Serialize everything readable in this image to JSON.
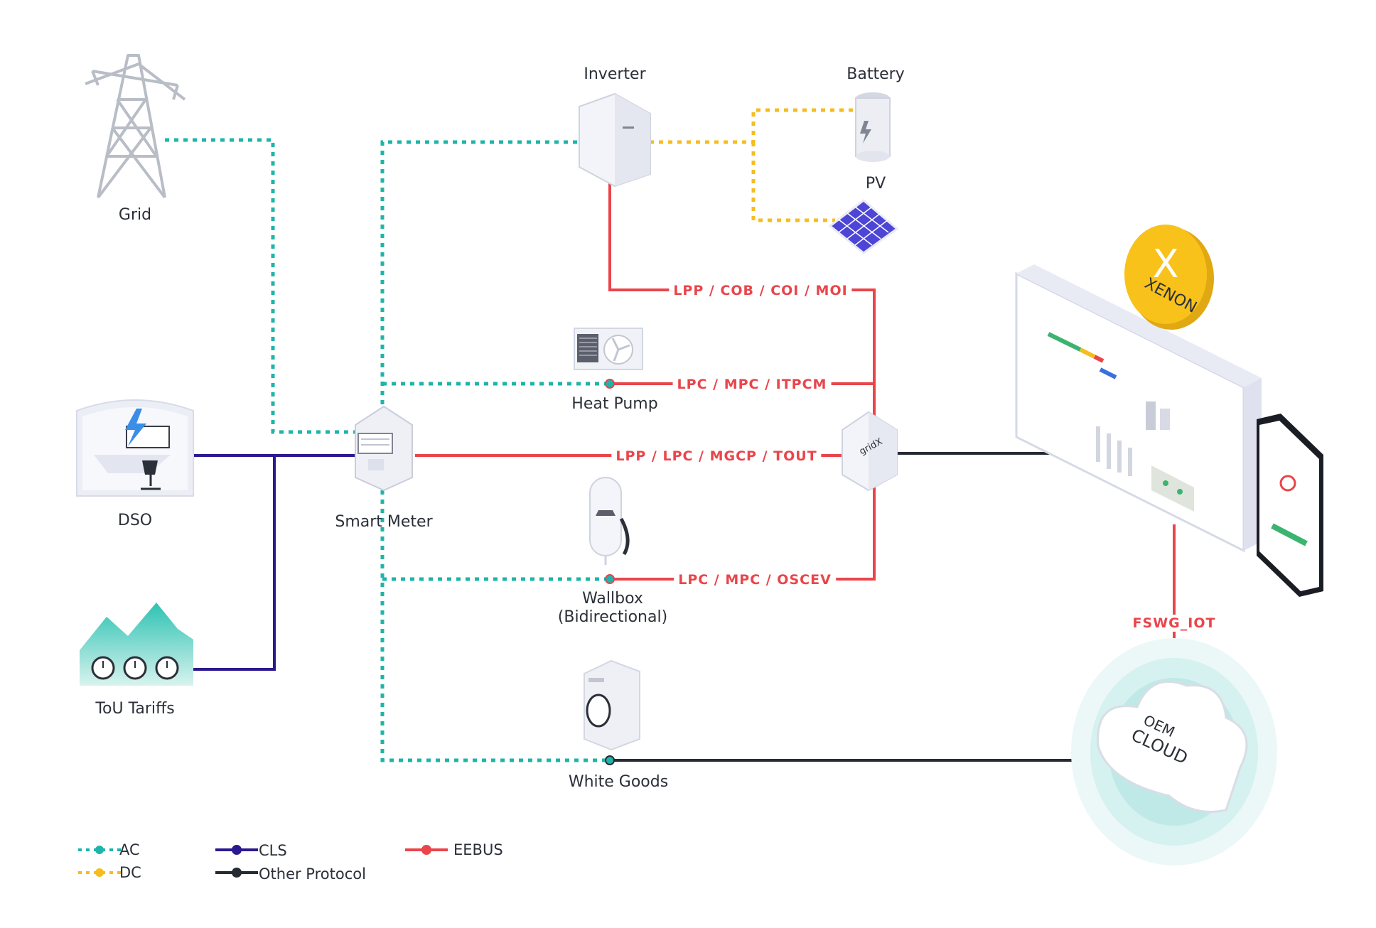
{
  "nodes": {
    "grid": "Grid",
    "dso": "DSO",
    "tou": "ToU Tariffs",
    "smart_meter": "Smart Meter",
    "inverter": "Inverter",
    "battery": "Battery",
    "pv": "PV",
    "heat_pump": "Heat Pump",
    "wallbox_line1": "Wallbox",
    "wallbox_line2": "(Bidirectional)",
    "white_goods": "White Goods",
    "gateway_brand": "gridX",
    "xenon_letter": "X",
    "xenon_name": "XENON",
    "cloud_line1": "OEM",
    "cloud_line2": "CLOUD"
  },
  "protocols": {
    "inverter_link": "LPP / COB / COI / MOI",
    "heat_pump_link": "LPC / MPC / ITPCM",
    "meter_link": "LPP / LPC / MGCP / TOUT",
    "wallbox_link": "LPC / MPC / OSCEV",
    "cloud_link": "FSWG_IOT"
  },
  "legend": [
    {
      "label": "AC",
      "color": "#1db5aa",
      "style": "dotted"
    },
    {
      "label": "DC",
      "color": "#f5bd1f",
      "style": "dotted"
    },
    {
      "label": "CLS",
      "color": "#2b1a8f",
      "style": "solid"
    },
    {
      "label": "Other Protocol",
      "color": "#262b33",
      "style": "solid"
    },
    {
      "label": "EEBUS",
      "color": "#e9454b",
      "style": "solid"
    }
  ],
  "colors": {
    "ac": "#1db5aa",
    "dc": "#f5bd1f",
    "cls": "#2b1a8f",
    "other": "#262b33",
    "eebus": "#e9454b",
    "xenon_gold": "#f8c21a"
  }
}
